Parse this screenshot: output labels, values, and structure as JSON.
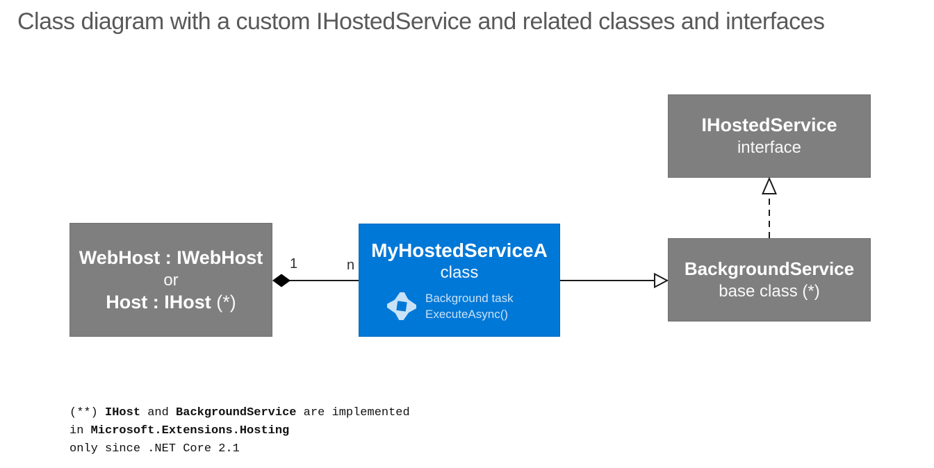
{
  "title": "Class diagram with a custom IHostedService and related classes and interfaces",
  "colors": {
    "box_gray": "#7f7f7f",
    "box_blue": "#0078d7",
    "title_text": "#595959",
    "connector": "#1a1a1a",
    "feature_text": "#c9e2f7"
  },
  "nodes": {
    "ihostedservice": {
      "name": "IHostedService",
      "subtitle": "interface"
    },
    "webhost": {
      "line1": "WebHost : IWebHost",
      "line2": "or",
      "line3_bold": "Host : IHost",
      "line3_suffix": " (*)"
    },
    "myhostedservice": {
      "name": "MyHostedServiceA",
      "subtitle": "class",
      "icon": "cycle-arrows-icon",
      "feature_line1": "Background task",
      "feature_line2": "ExecuteAsync()"
    },
    "backgroundservice": {
      "name": "BackgroundService",
      "subtitle": "base class (*)"
    }
  },
  "connectors": {
    "aggregation": {
      "type": "aggregation-diamond",
      "from": "WebHost/Host",
      "to": "MyHostedServiceA",
      "from_multiplicity": "1",
      "to_multiplicity": "n"
    },
    "inheritance": {
      "type": "realization-open-triangle",
      "from": "MyHostedServiceA",
      "to": "BackgroundService"
    },
    "interface_realization": {
      "type": "dashed-realization-open-triangle",
      "from": "BackgroundService",
      "to": "IHostedService"
    }
  },
  "footnote": {
    "line1_prefix": "(**) ",
    "line1_bold1": "IHost",
    "line1_mid": " and ",
    "line1_bold2": "BackgroundService",
    "line1_suffix": " are implemented",
    "line2_prefix": "in ",
    "line2_bold": "Microsoft.Extensions.Hosting",
    "line3": "only since .NET Core 2.1"
  }
}
